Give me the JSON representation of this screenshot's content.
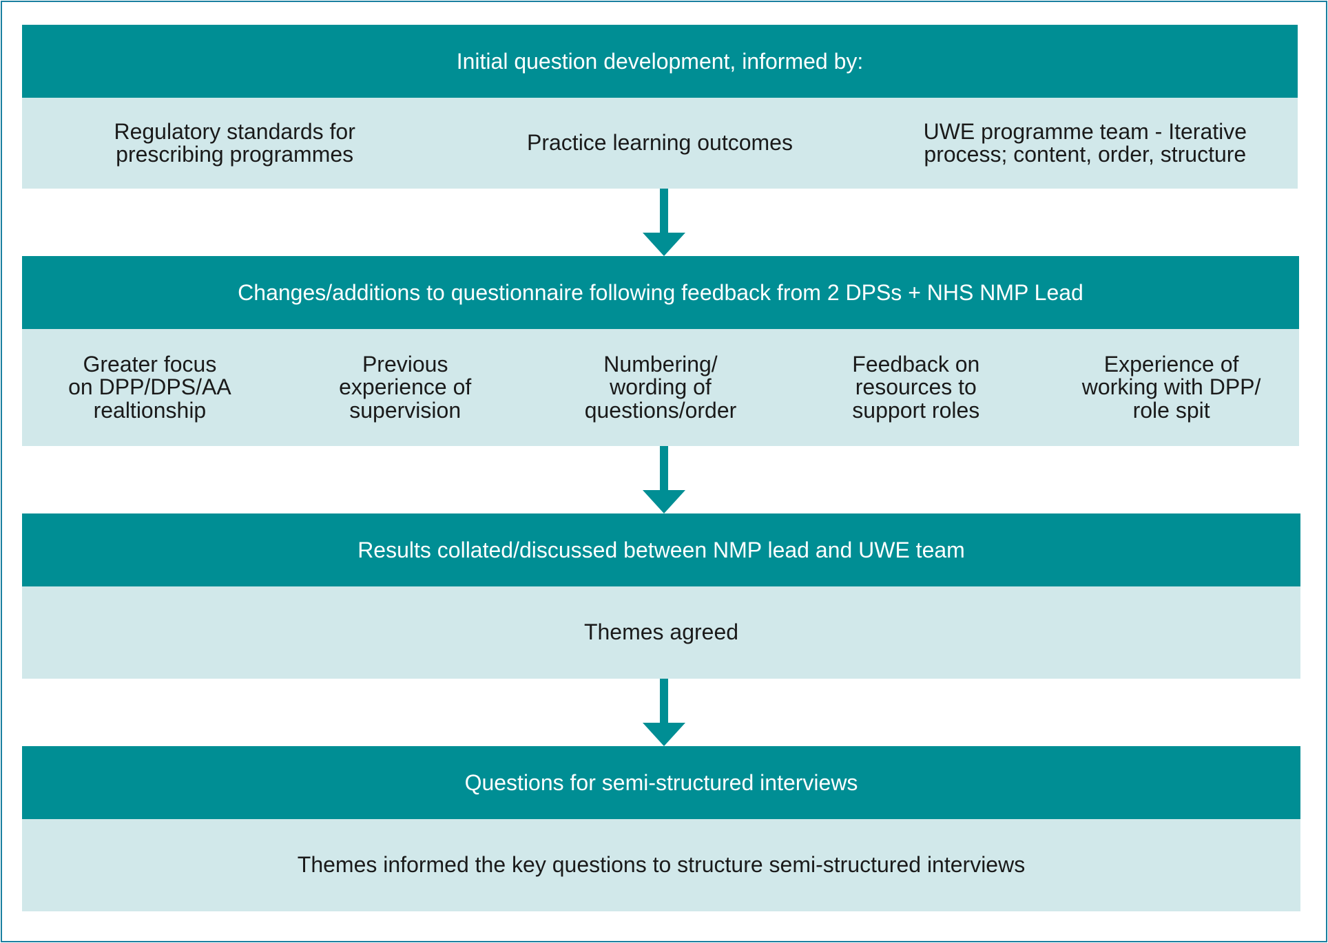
{
  "boxes": [
    {
      "header": "Initial question development, informed by:",
      "items": [
        "Regulatory standards for\nprescribing programmes",
        "Practice learning outcomes",
        "UWE programme team - Iterative\nprocess; content, order, structure"
      ]
    },
    {
      "header": "Changes/additions to questionnaire following feedback from 2 DPSs + NHS NMP Lead",
      "items": [
        "Greater focus\non DPP/DPS/AA\nrealtionship",
        "Previous\nexperience of\nsupervision",
        "Numbering/\nwording of\nquestions/order",
        "Feedback on\nresources to\nsupport roles",
        "Experience of\nworking with DPP/\nrole spit"
      ]
    },
    {
      "header": "Results collated/discussed between NMP lead and UWE team",
      "items": [
        "Themes agreed"
      ]
    },
    {
      "header": "Questions for semi-structured interviews",
      "items": [
        "Themes informed the key questions to structure semi-structured interviews"
      ]
    }
  ],
  "colors": {
    "header_fill": "#008e94",
    "band_fill": "#d1e8ea",
    "arrow": "#008e94",
    "frame": "#1a7fa0"
  }
}
